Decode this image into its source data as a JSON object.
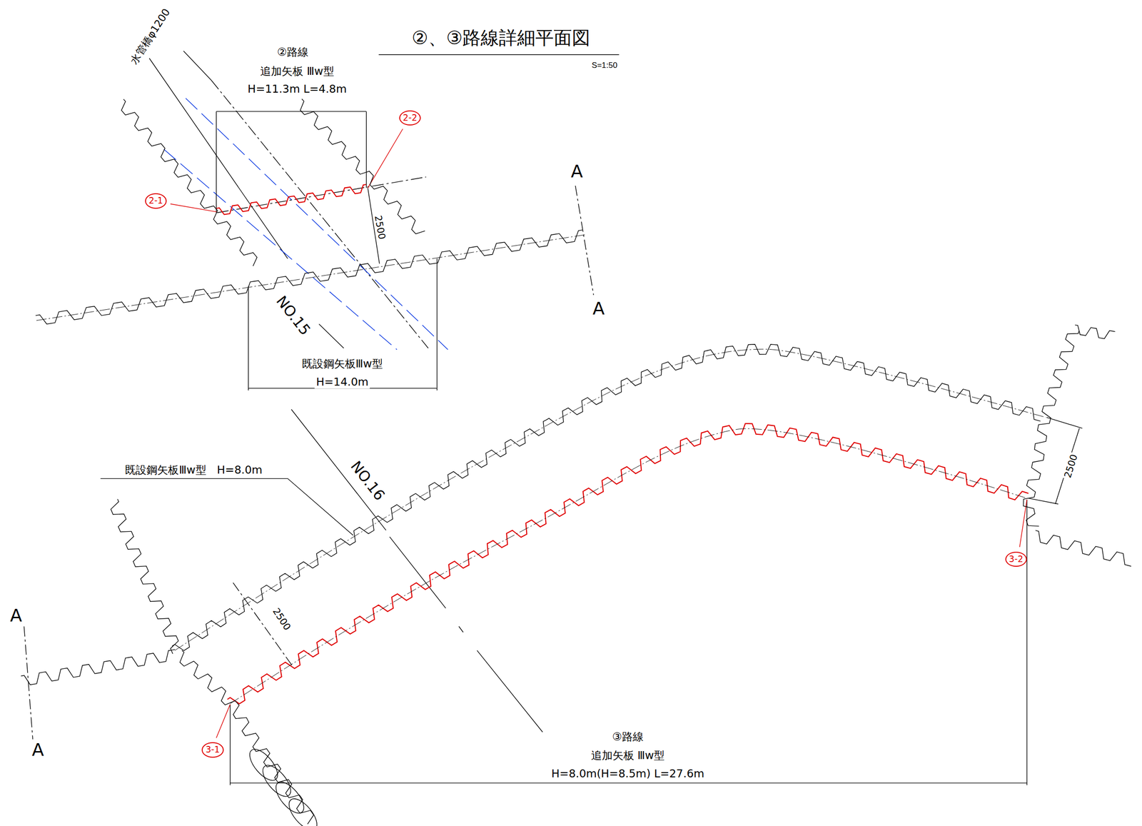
{
  "diagram": {
    "title": "②、③路線詳細平面図",
    "nodes": [
      {
        "text": [
          "2-2"
        ]
      },
      {
        "text": [
          "2-1"
        ]
      },
      {
        "text": [
          "3-1"
        ]
      },
      {
        "text": [
          "3-2"
        ]
      }
    ],
    "labels": [
      "S=1:50",
      "水管橋φ1200",
      "②路線",
      "追加矢板 Ⅲw型",
      "H=11.3m L=4.8m",
      "A",
      "2500",
      "A",
      "NO.15",
      "既設鋼矢板Ⅲw型",
      "H=14.0m",
      "NO.16",
      "既設鋼矢板Ⅲw型　H=8.0m",
      "2500",
      "2500",
      "A",
      "A",
      "③路線",
      "追加矢板 Ⅲw型",
      "H=8.0m(H=8.5m) L=27.6m"
    ]
  }
}
